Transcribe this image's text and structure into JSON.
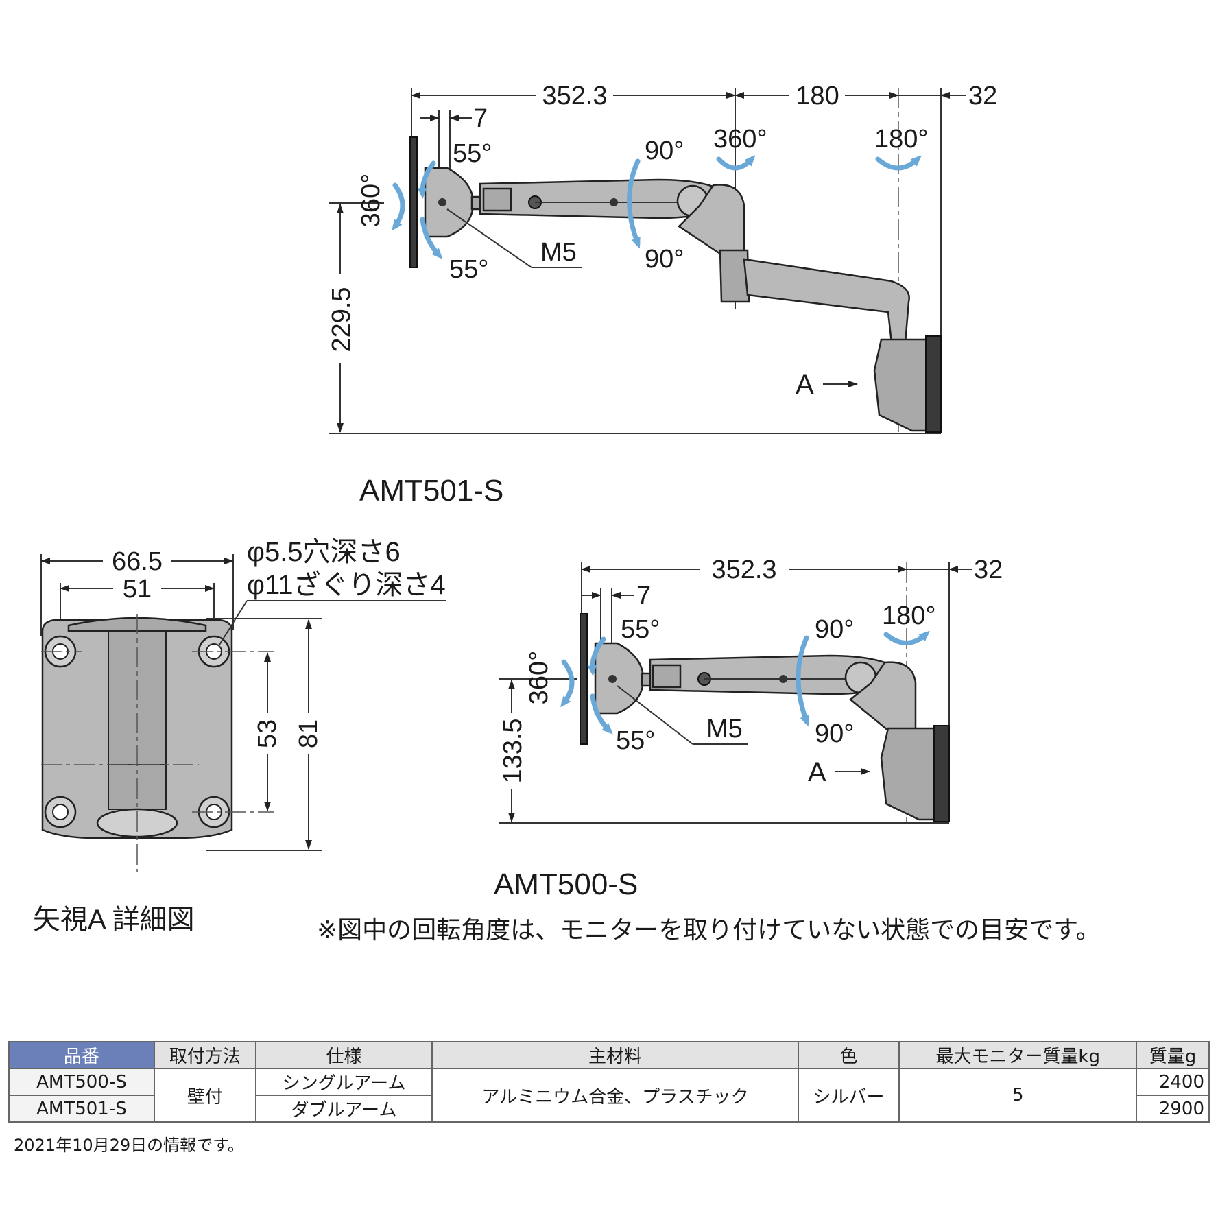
{
  "drawing": {
    "top_view": {
      "model": "AMT501-S",
      "dim_total": "352.3",
      "dim_second": "180",
      "dim_end": "32",
      "dim_offset": "7",
      "dim_height": "229.5",
      "angle_tilt_up": "55°",
      "angle_tilt_down": "55°",
      "angle_rotate": "360°",
      "angle_pivot_up": "90°",
      "angle_pivot_down": "90°",
      "angle_swivel_mid": "360°",
      "angle_swivel_base": "180°",
      "screw": "M5",
      "view_arrow": "A"
    },
    "detail_view": {
      "title": "矢視A 詳細図",
      "dim_width": "66.5",
      "dim_pitch_w": "51",
      "dim_pitch_h": "53",
      "dim_height": "81",
      "hole_note_1": "φ5.5穴深さ6",
      "hole_note_2": "φ11ざぐり深さ4"
    },
    "bottom_view": {
      "model": "AMT500-S",
      "dim_total": "352.3",
      "dim_end": "32",
      "dim_offset": "7",
      "dim_height": "133.5",
      "angle_tilt_up": "55°",
      "angle_tilt_down": "55°",
      "angle_rotate": "360°",
      "angle_pivot_up": "90°",
      "angle_pivot_down": "90°",
      "angle_swivel_base": "180°",
      "screw": "M5",
      "view_arrow": "A"
    },
    "note": "※図中の回転角度は、モニターを取り付けていない状態での目安です。"
  },
  "table": {
    "headers": [
      "品番",
      "取付方法",
      "仕様",
      "主材料",
      "色",
      "最大モニター質量kg",
      "質量g"
    ],
    "rows": [
      {
        "part": "AMT500-S",
        "mount": "壁付",
        "spec": "シングルアーム",
        "material": "アルミニウム合金、プラスチック",
        "color": "シルバー",
        "max_load": "5",
        "mass": "2400"
      },
      {
        "part": "AMT501-S",
        "spec": "ダブルアーム",
        "mass": "2900"
      }
    ]
  },
  "footnote": "2021年10月29日の情報です。"
}
